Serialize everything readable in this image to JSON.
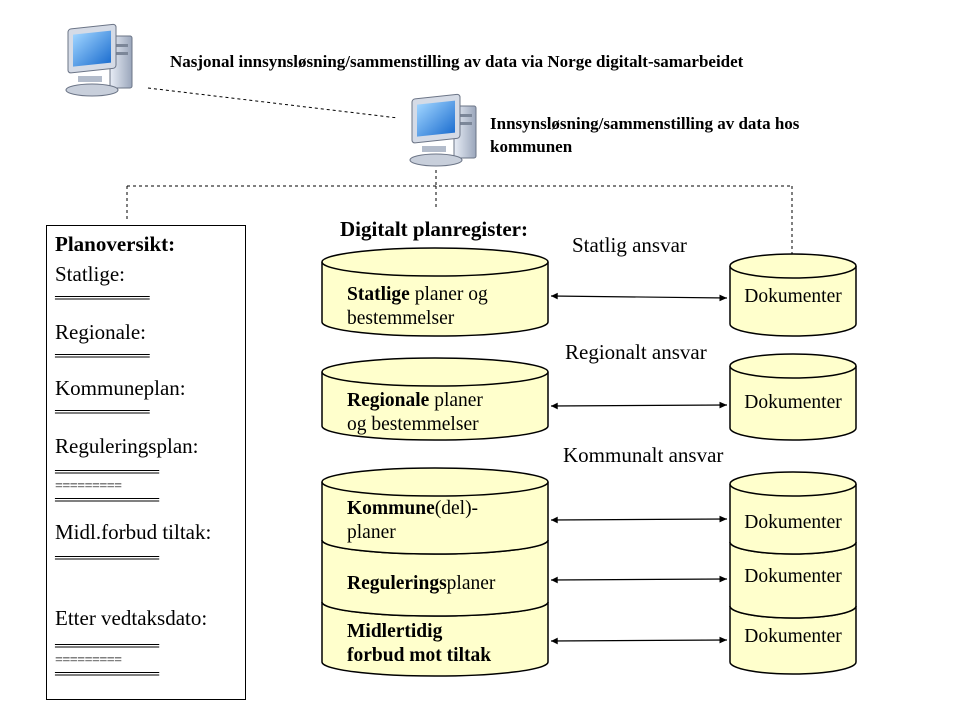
{
  "header": {
    "national_title": "Nasjonal innsynsløsning/sammenstilling av data via Norge digitalt-samarbeidet",
    "municipal_title_line1": "Innsynsløsning/sammenstilling av data hos",
    "municipal_title_line2": "kommunen"
  },
  "icons": {
    "computer": "computer-icon",
    "database": "database-cylinder"
  },
  "colors": {
    "cylinder_fill": "#ffffcc",
    "stroke": "#000000",
    "monitor": "#3a8ee6"
  },
  "plan_overview": {
    "title": "Planoversikt:",
    "sections": [
      {
        "label": "Statlige:",
        "lines": [
          "══════════"
        ]
      },
      {
        "label": "Regionale:",
        "lines": [
          "══════════"
        ]
      },
      {
        "label": "Kommuneplan:",
        "lines": [
          "══════════"
        ]
      },
      {
        "label": "Reguleringsplan:",
        "lines": [
          "═══════════",
          "=========",
          "═══════════"
        ]
      },
      {
        "label": "Midl.forbud tiltak:",
        "lines": [
          "═══════════"
        ]
      },
      {
        "label": "Etter vedtaksdato:",
        "lines": [
          "═══════════",
          "=========",
          "═══════════"
        ]
      }
    ]
  },
  "register": {
    "title": "Digitalt planregister:",
    "statlige": {
      "bold": "Statlige",
      "rest1": " planer og",
      "line2": "bestemmelser"
    },
    "regionale": {
      "bold": "Regionale",
      "rest1": " planer",
      "line2": "og bestemmelser"
    },
    "kommune": {
      "bold": "Kommune",
      "rest1": "(del)-",
      "line2": "planer"
    },
    "regulering": {
      "bold": "Regulerings",
      "rest1": "planer"
    },
    "midlertidig": {
      "line1": "Midlertidig",
      "line2": "forbud mot tiltak"
    }
  },
  "responsibility": {
    "statlig": "Statlig ansvar",
    "regionalt": "Regionalt ansvar",
    "kommunalt": "Kommunalt ansvar"
  },
  "documents": {
    "d1": "Dokumenter",
    "d2": "Dokumenter",
    "d3": "Dokumenter",
    "d4": "Dokumenter",
    "d5": "Dokumenter"
  }
}
